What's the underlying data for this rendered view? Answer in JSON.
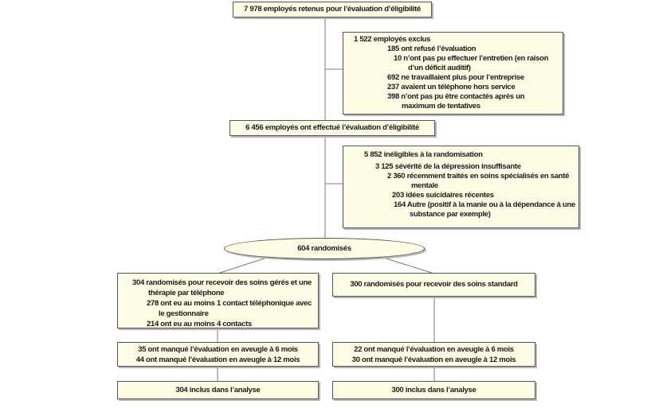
{
  "colors": {
    "box_fill": "#fdfce4",
    "box_border": "#55565a",
    "connector": "#7b7b7b",
    "shadow": "#b5b5b5",
    "background": "#ffffff"
  },
  "flow": {
    "eligibility_assessed": "7 978 employés retenus pour l’évaluation d’éligibilité",
    "excluded": {
      "title": "1 522 employés exclus",
      "reasons": [
        "185 ont refusé l’évaluation",
        "10 n’ont pas pu effectuer l’entretien (en raison d’un déficit auditif)",
        "692 ne travaillaient plus pour l’entreprise",
        "237 avaient un téléphone hors service",
        "398 n’ont pas pu être contactés après un maximum de tentatives"
      ]
    },
    "eligibility_completed": "6 456 employés ont effectué l’évaluation d’éligibilité",
    "ineligible": {
      "title": "5 852 inéligibles à la randomisation",
      "reasons": [
        "3 125 sévérité de la dépression insuffisante",
        "2 360 récemment traités en soins spécialisés en santé mentale",
        "203 idées suicidaires récentes",
        "164 Autre (positif à la manie ou à la dépendance à une substance par exemple)"
      ]
    },
    "randomized": "604 randomisés",
    "arm_intervention": {
      "lines": [
        "304 randomisés pour recevoir des soins gérés et une thérapie par téléphone",
        "278 ont eu au moins 1 contact téléphonique avec le gestionnaire",
        "214 ont eu au moins 4 contacts"
      ]
    },
    "arm_control": "300 randomisés pour recevoir des soins standard",
    "missed_intervention": {
      "lines": [
        "35 ont manqué l’évaluation en aveugle à 6 mois",
        "44 ont manqué l’évaluation en aveugle à 12 mois"
      ]
    },
    "missed_control": {
      "lines": [
        "22 ont manqué l’évaluation en aveugle à 6 mois",
        "30 ont manqué l’évaluation en aveugle à 12 mois"
      ]
    },
    "analyzed_intervention": "304 inclus dans l’analyse",
    "analyzed_control": "300 inclus dans l’analyse"
  }
}
